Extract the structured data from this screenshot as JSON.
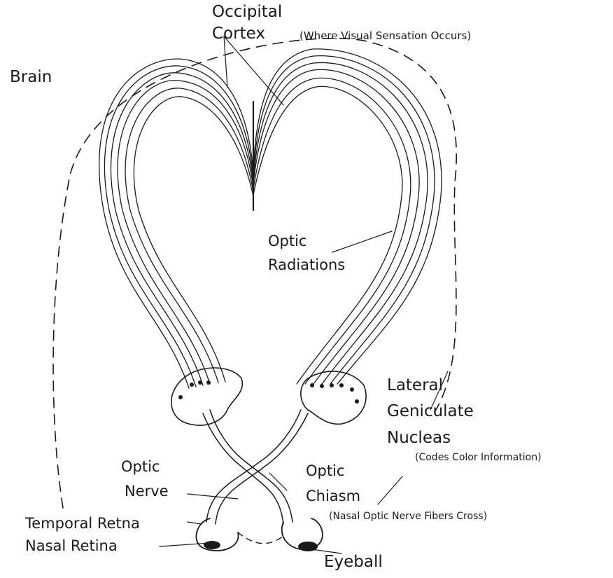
{
  "labels": {
    "occipital": "Occipital",
    "cortex": "Cortex",
    "cortex_note": "(Where Visual Sensation Occurs)",
    "brain": "Brain",
    "optic_radiations_1": "Optic",
    "optic_radiations_2": "Radiations",
    "lateral": "Lateral",
    "geniculate": "Geniculate",
    "nucleas": "Nucleas",
    "lgn_note": "(Codes Color Information)",
    "optic_nerve_1": "Optic",
    "optic_nerve_2": "Nerve",
    "optic_chiasm_1": "Optic",
    "optic_chiasm_2": "Chiasm",
    "chiasm_note": "(Nasal Optic Nerve Fibers Cross)",
    "temporal_retina": "Temporal Retna",
    "nasal_retina": "Nasal Retina",
    "eyeball": "Eyeball"
  },
  "colors": {
    "ink": "#1a1a1a",
    "background": "#ffffff"
  }
}
